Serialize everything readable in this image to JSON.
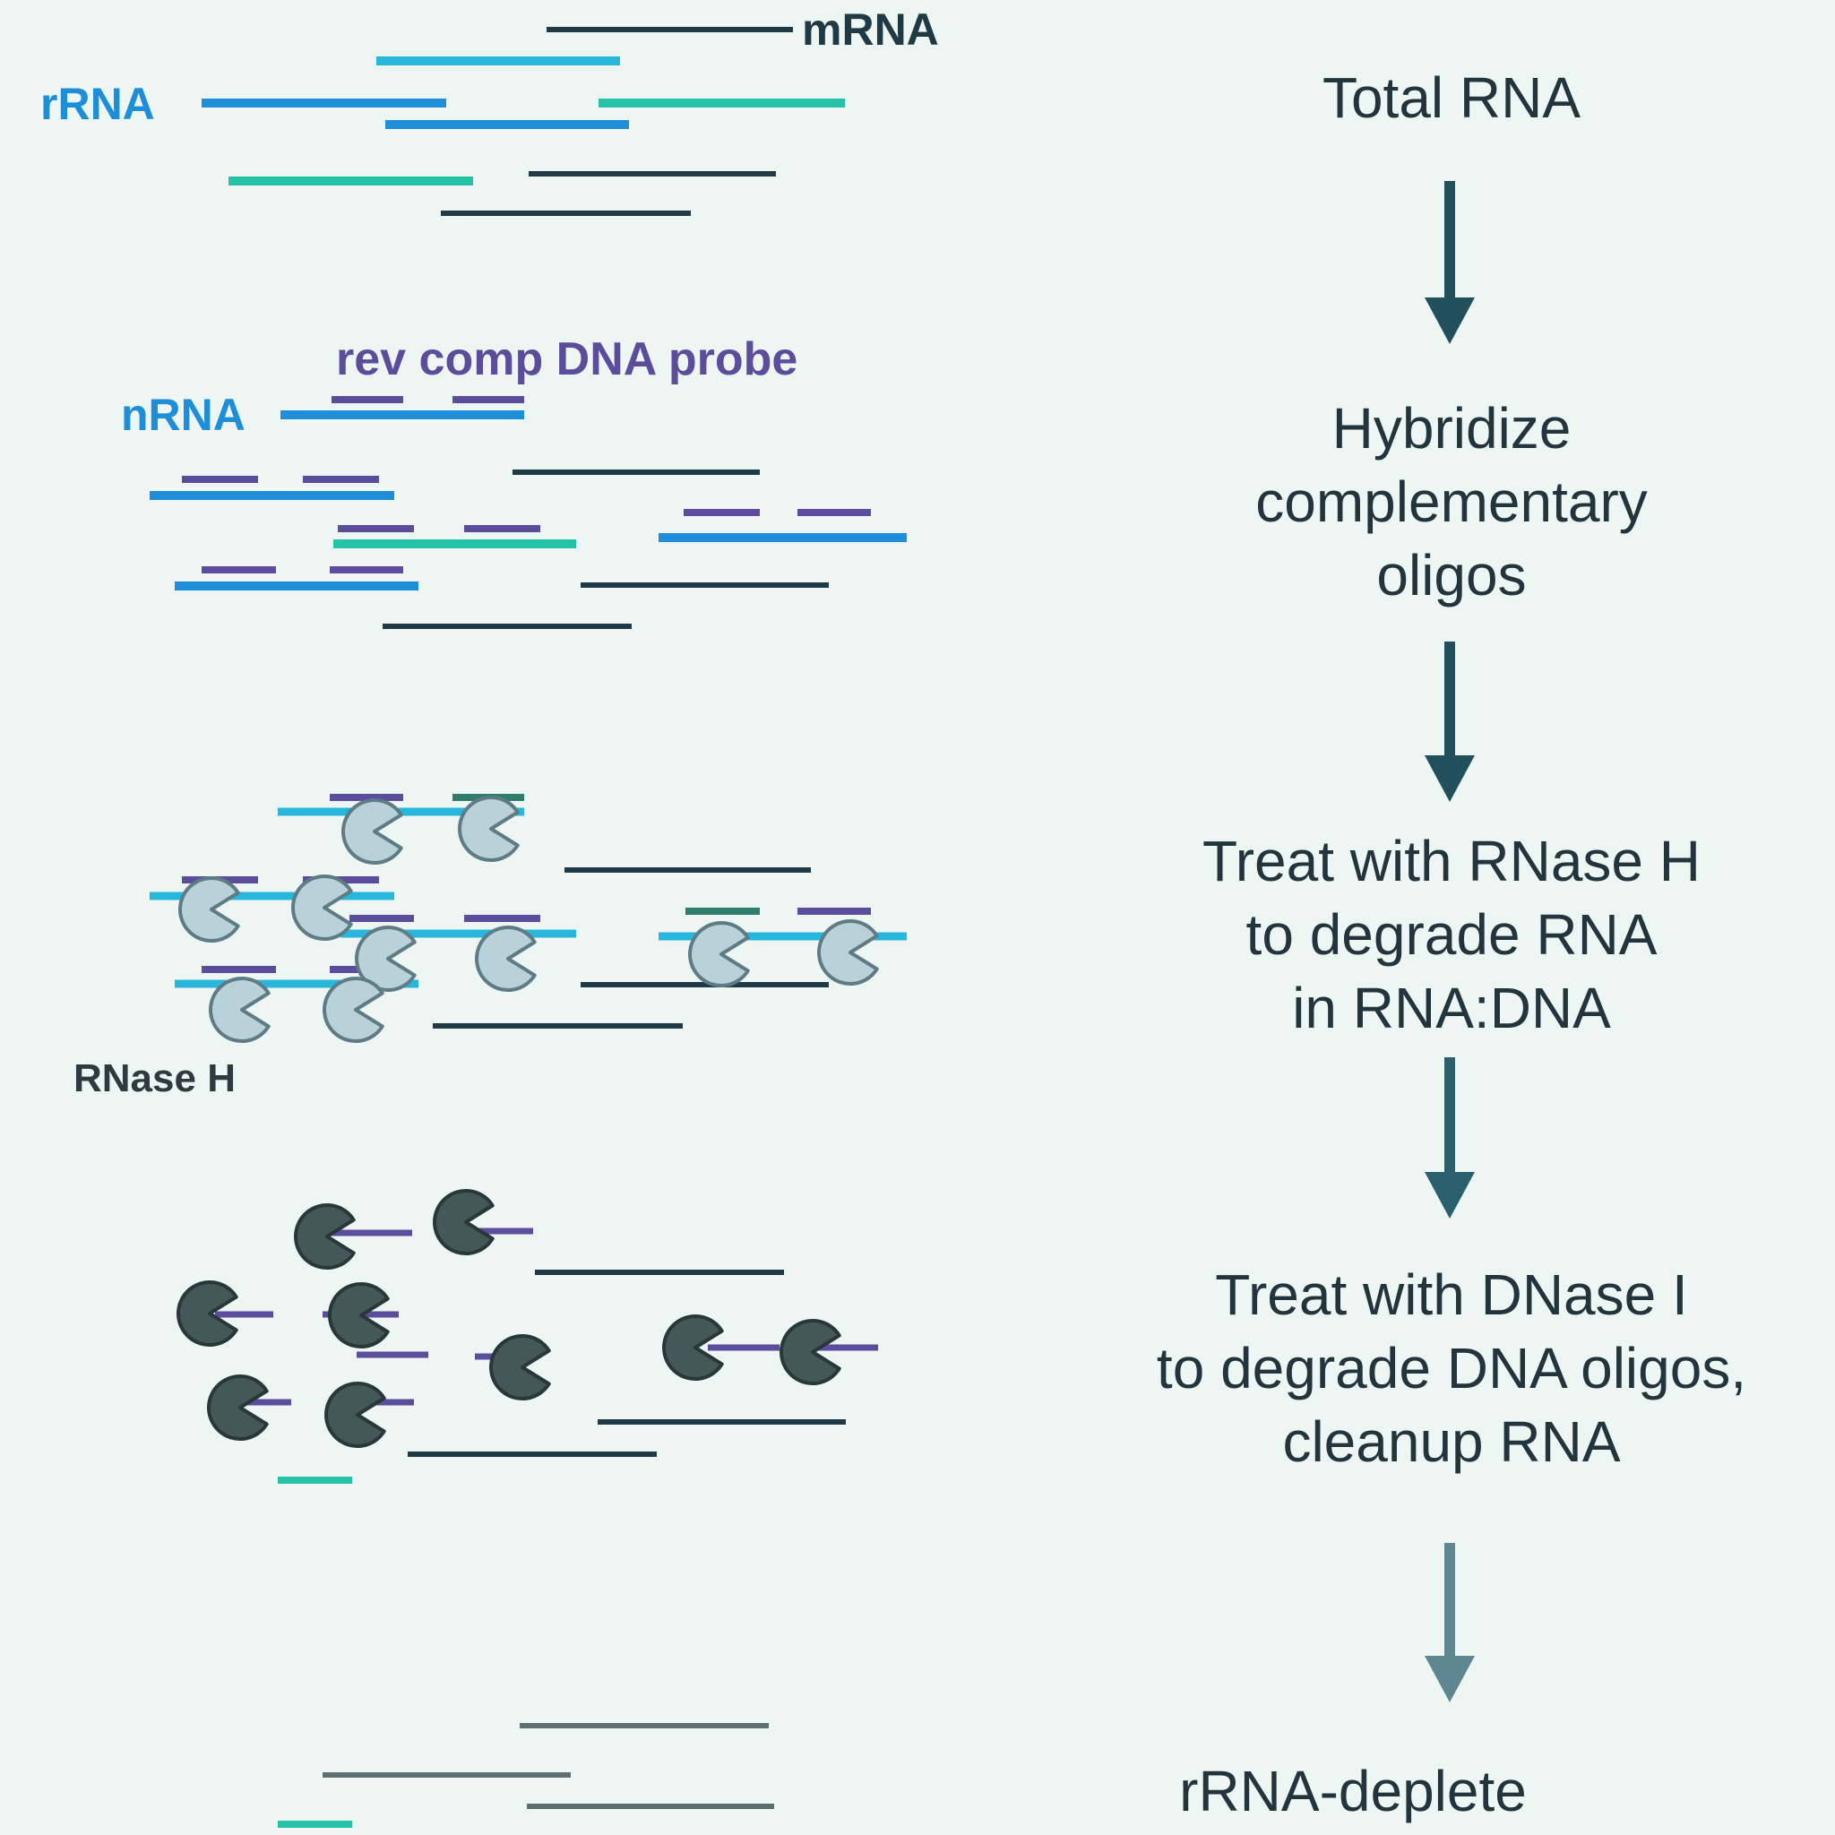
{
  "colors": {
    "background": "#eef6f3",
    "mrna": "#1f3a44",
    "rrna_blue": "#1e8ed8",
    "rrna_cyan": "#29b6dc",
    "rrna_teal": "#25c2a8",
    "dna_probe": "#5b4c9c",
    "rnase_h": "#b9d2da",
    "dnase_i": "#44585a",
    "arrow": "#224f5c",
    "step_text": "#22343c"
  },
  "labels": {
    "mrna": "mRNA",
    "rrna": "rRNA",
    "probe": "rev comp DNA probe",
    "nrna": "nRNA",
    "rnase_h": "RNase H"
  },
  "steps": {
    "total": [
      "Total RNA"
    ],
    "hybridize": [
      "Hybridize",
      "complementary",
      "oligos"
    ],
    "rnase": [
      "Treat with RNase H",
      "to degrade RNA",
      "in RNA:DNA"
    ],
    "dnase": [
      "Treat with DNase I",
      "to degrade DNA oligos,",
      "cleanup RNA"
    ],
    "result": [
      "rRNA-deplete"
    ]
  },
  "icons": {
    "arrow": "down-arrow-icon",
    "rnase_h": "pacman-enzyme-icon",
    "dnase_i": "pacman-enzyme-icon"
  }
}
